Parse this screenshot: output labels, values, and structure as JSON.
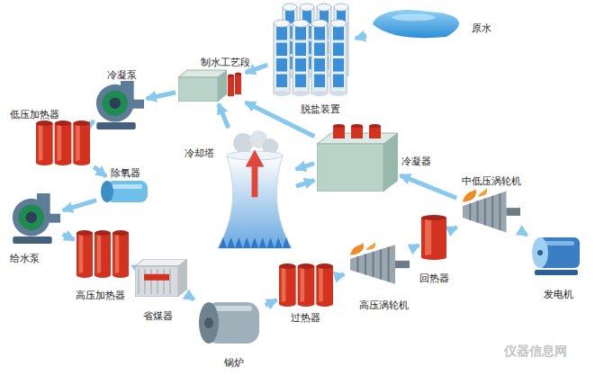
{
  "diagram": {
    "nodes": [
      {
        "text": [
          "原水"
        ]
      },
      {
        "text": [
          "脱盐装置"
        ]
      },
      {
        "text": [
          "制水工艺段"
        ]
      },
      {
        "text": [
          "冷凝泵"
        ]
      },
      {
        "text": [
          "冷却塔"
        ]
      },
      {
        "text": [
          "冷凝器"
        ]
      },
      {
        "text": [
          "低压加热器"
        ]
      },
      {
        "text": [
          "除氧器"
        ]
      },
      {
        "text": [
          "中低压涡轮机"
        ]
      },
      {
        "text": [
          "给水泵"
        ]
      },
      {
        "text": [
          "高压加热器"
        ]
      },
      {
        "text": [
          "回热器"
        ]
      },
      {
        "text": [
          "发电机"
        ]
      },
      {
        "text": [
          "省煤器"
        ]
      },
      {
        "text": [
          "高压涡轮机"
        ]
      },
      {
        "text": [
          "锅炉"
        ]
      },
      {
        "text": [
          "过热器"
        ]
      }
    ],
    "edges": [
      {
        "from": 0,
        "to": 1,
        "arrow": "to"
      },
      {
        "from": 1,
        "to": 2,
        "arrow": "to"
      },
      {
        "from": 2,
        "to": 3,
        "arrow": "to"
      },
      {
        "from": 3,
        "to": 6,
        "arrow": "to"
      },
      {
        "from": 6,
        "to": 7,
        "arrow": "to"
      },
      {
        "from": 7,
        "to": 9,
        "arrow": "to"
      },
      {
        "from": 9,
        "to": 10,
        "arrow": "to"
      },
      {
        "from": 10,
        "to": 13,
        "arrow": "to"
      },
      {
        "from": 13,
        "to": 15,
        "arrow": "to"
      },
      {
        "from": 15,
        "to": 16,
        "arrow": "to"
      },
      {
        "from": 16,
        "to": 14,
        "arrow": "to"
      },
      {
        "from": 14,
        "to": 11,
        "arrow": "to"
      },
      {
        "from": 11,
        "to": 8,
        "arrow": "to"
      },
      {
        "from": 8,
        "to": 12,
        "arrow": "to"
      },
      {
        "from": 8,
        "to": 5,
        "arrow": "to"
      },
      {
        "from": 5,
        "to": 4,
        "arrow": "to"
      },
      {
        "from": 4,
        "to": 5,
        "arrow": "to"
      },
      {
        "from": 5,
        "to": 2,
        "arrow": "to"
      },
      {
        "from": 4,
        "to": 2,
        "arrow": "to"
      }
    ],
    "labels": [
      "仪器信息网"
    ]
  }
}
